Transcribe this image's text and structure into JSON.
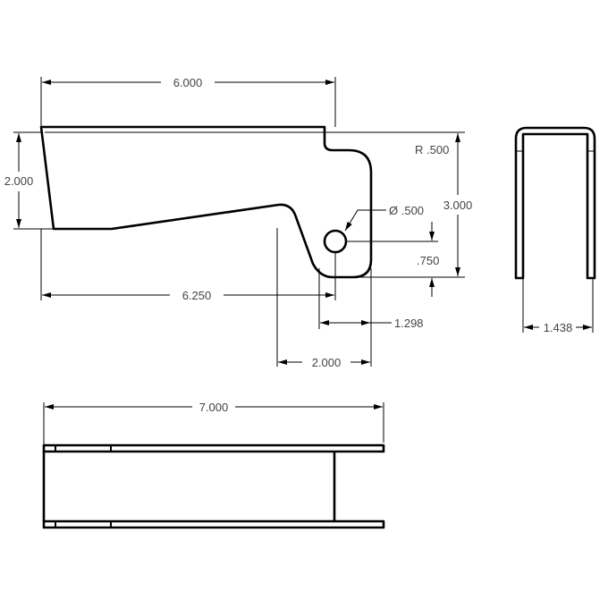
{
  "drawing": {
    "side_view": {
      "dims": {
        "overall_top_length": "6.000",
        "left_height": "2.000",
        "overall_height": "3.000",
        "tab_radius": "R .500",
        "hole_diameter": "Ø .500",
        "hole_from_bottom": ".750",
        "hole_from_left": "6.250",
        "hole_to_right_edge": "1.298",
        "lower_tab_width": "2.000"
      }
    },
    "end_view": {
      "dims": {
        "inner_width": "1.438"
      }
    },
    "top_view": {
      "dims": {
        "overall_length": "7.000"
      }
    }
  }
}
